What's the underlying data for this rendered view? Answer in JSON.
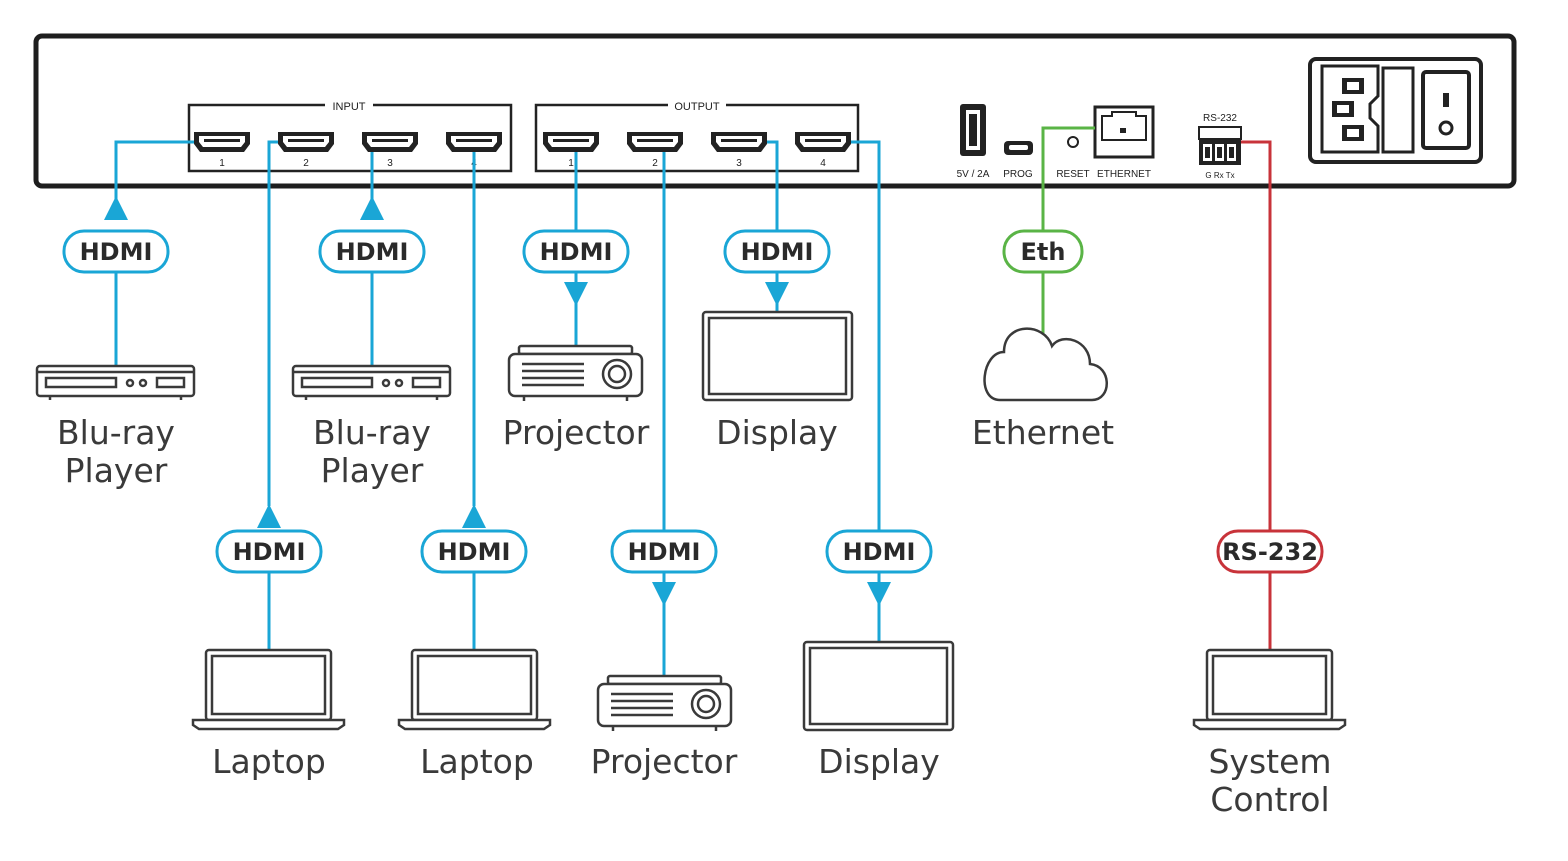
{
  "panel": {
    "input_title": "INPUT",
    "output_title": "OUTPUT",
    "input_ports": [
      "1",
      "2",
      "3",
      "4"
    ],
    "output_ports": [
      "1",
      "2",
      "3",
      "4"
    ],
    "usb_label": "5V / 2A",
    "prog_label": "PROG",
    "reset_label": "RESET",
    "ethernet_label": "ETHERNET",
    "rs232_title": "RS-232",
    "rs232_pins": "G Rx Tx"
  },
  "badges": {
    "hdmi": "HDMI",
    "eth": "Eth",
    "rs232": "RS-232"
  },
  "devices": {
    "bluray1": "Blu-ray\nPlayer",
    "bluray2": "Blu-ray\nPlayer",
    "projector1": "Projector",
    "display1": "Display",
    "ethernet": "Ethernet",
    "laptop1": "Laptop",
    "laptop2": "Laptop",
    "projector2": "Projector",
    "display2": "Display",
    "system_control": "System\nControl"
  },
  "colors": {
    "hdmi": "#1aa6d6",
    "eth": "#5ab446",
    "rs232": "#c8333a",
    "device": "#3a3a3a"
  }
}
